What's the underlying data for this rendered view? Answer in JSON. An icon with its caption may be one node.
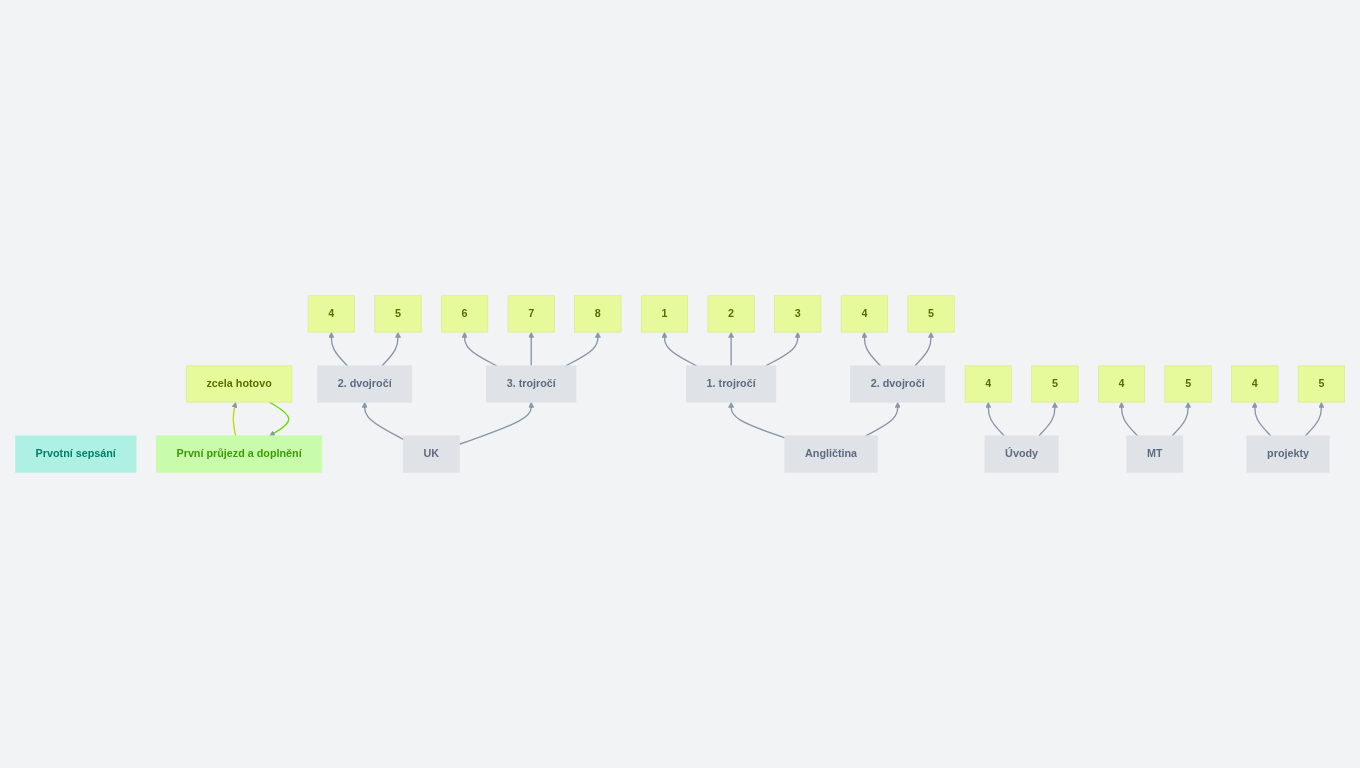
{
  "diagram": {
    "nodes": [
      {
        "text": [
          "Prvotní sepsání"
        ]
      },
      {
        "text": [
          "První průjezd a doplnění"
        ]
      },
      {
        "text": [
          "zcela hotovo"
        ]
      },
      {
        "text": [
          "UK"
        ]
      },
      {
        "text": [
          "2. dvojročí"
        ]
      },
      {
        "text": [
          "3. trojročí"
        ]
      },
      {
        "text": [
          "4"
        ]
      },
      {
        "text": [
          "5"
        ]
      },
      {
        "text": [
          "6"
        ]
      },
      {
        "text": [
          "7"
        ]
      },
      {
        "text": [
          "8"
        ]
      },
      {
        "text": [
          "Angličtina"
        ]
      },
      {
        "text": [
          "1. trojročí"
        ]
      },
      {
        "text": [
          "2. dvojročí"
        ]
      },
      {
        "text": [
          "1"
        ]
      },
      {
        "text": [
          "2"
        ]
      },
      {
        "text": [
          "3"
        ]
      },
      {
        "text": [
          "4"
        ]
      },
      {
        "text": [
          "5"
        ]
      },
      {
        "text": [
          "Úvody"
        ]
      },
      {
        "text": [
          "4"
        ]
      },
      {
        "text": [
          "5"
        ]
      },
      {
        "text": [
          "MT"
        ]
      },
      {
        "text": [
          "4"
        ]
      },
      {
        "text": [
          "5"
        ]
      },
      {
        "text": [
          "projekty"
        ]
      },
      {
        "text": [
          "4"
        ]
      },
      {
        "text": [
          "5"
        ]
      }
    ],
    "edges": [
      {
        "from": 1,
        "to": 2,
        "arrow": "to",
        "color": "#c4d900"
      },
      {
        "from": 2,
        "to": 1,
        "arrow": "to",
        "color": "#66dd00"
      },
      {
        "from": 3,
        "to": 4,
        "arrow": "to"
      },
      {
        "from": 3,
        "to": 5,
        "arrow": "to"
      },
      {
        "from": 4,
        "to": 6,
        "arrow": "to"
      },
      {
        "from": 4,
        "to": 7,
        "arrow": "to"
      },
      {
        "from": 5,
        "to": 8,
        "arrow": "to"
      },
      {
        "from": 5,
        "to": 9,
        "arrow": "to"
      },
      {
        "from": 5,
        "to": 10,
        "arrow": "to"
      },
      {
        "from": 11,
        "to": 12,
        "arrow": "to"
      },
      {
        "from": 11,
        "to": 13,
        "arrow": "to"
      },
      {
        "from": 12,
        "to": 14,
        "arrow": "to"
      },
      {
        "from": 12,
        "to": 15,
        "arrow": "to"
      },
      {
        "from": 12,
        "to": 16,
        "arrow": "to"
      },
      {
        "from": 13,
        "to": 17,
        "arrow": "to"
      },
      {
        "from": 13,
        "to": 18,
        "arrow": "to"
      },
      {
        "from": 19,
        "to": 20,
        "arrow": "to"
      },
      {
        "from": 19,
        "to": 21,
        "arrow": "to"
      },
      {
        "from": 22,
        "to": 23,
        "arrow": "to"
      },
      {
        "from": 22,
        "to": 24,
        "arrow": "to"
      },
      {
        "from": 25,
        "to": 26,
        "arrow": "to"
      },
      {
        "from": 25,
        "to": 27,
        "arrow": "to"
      }
    ]
  }
}
